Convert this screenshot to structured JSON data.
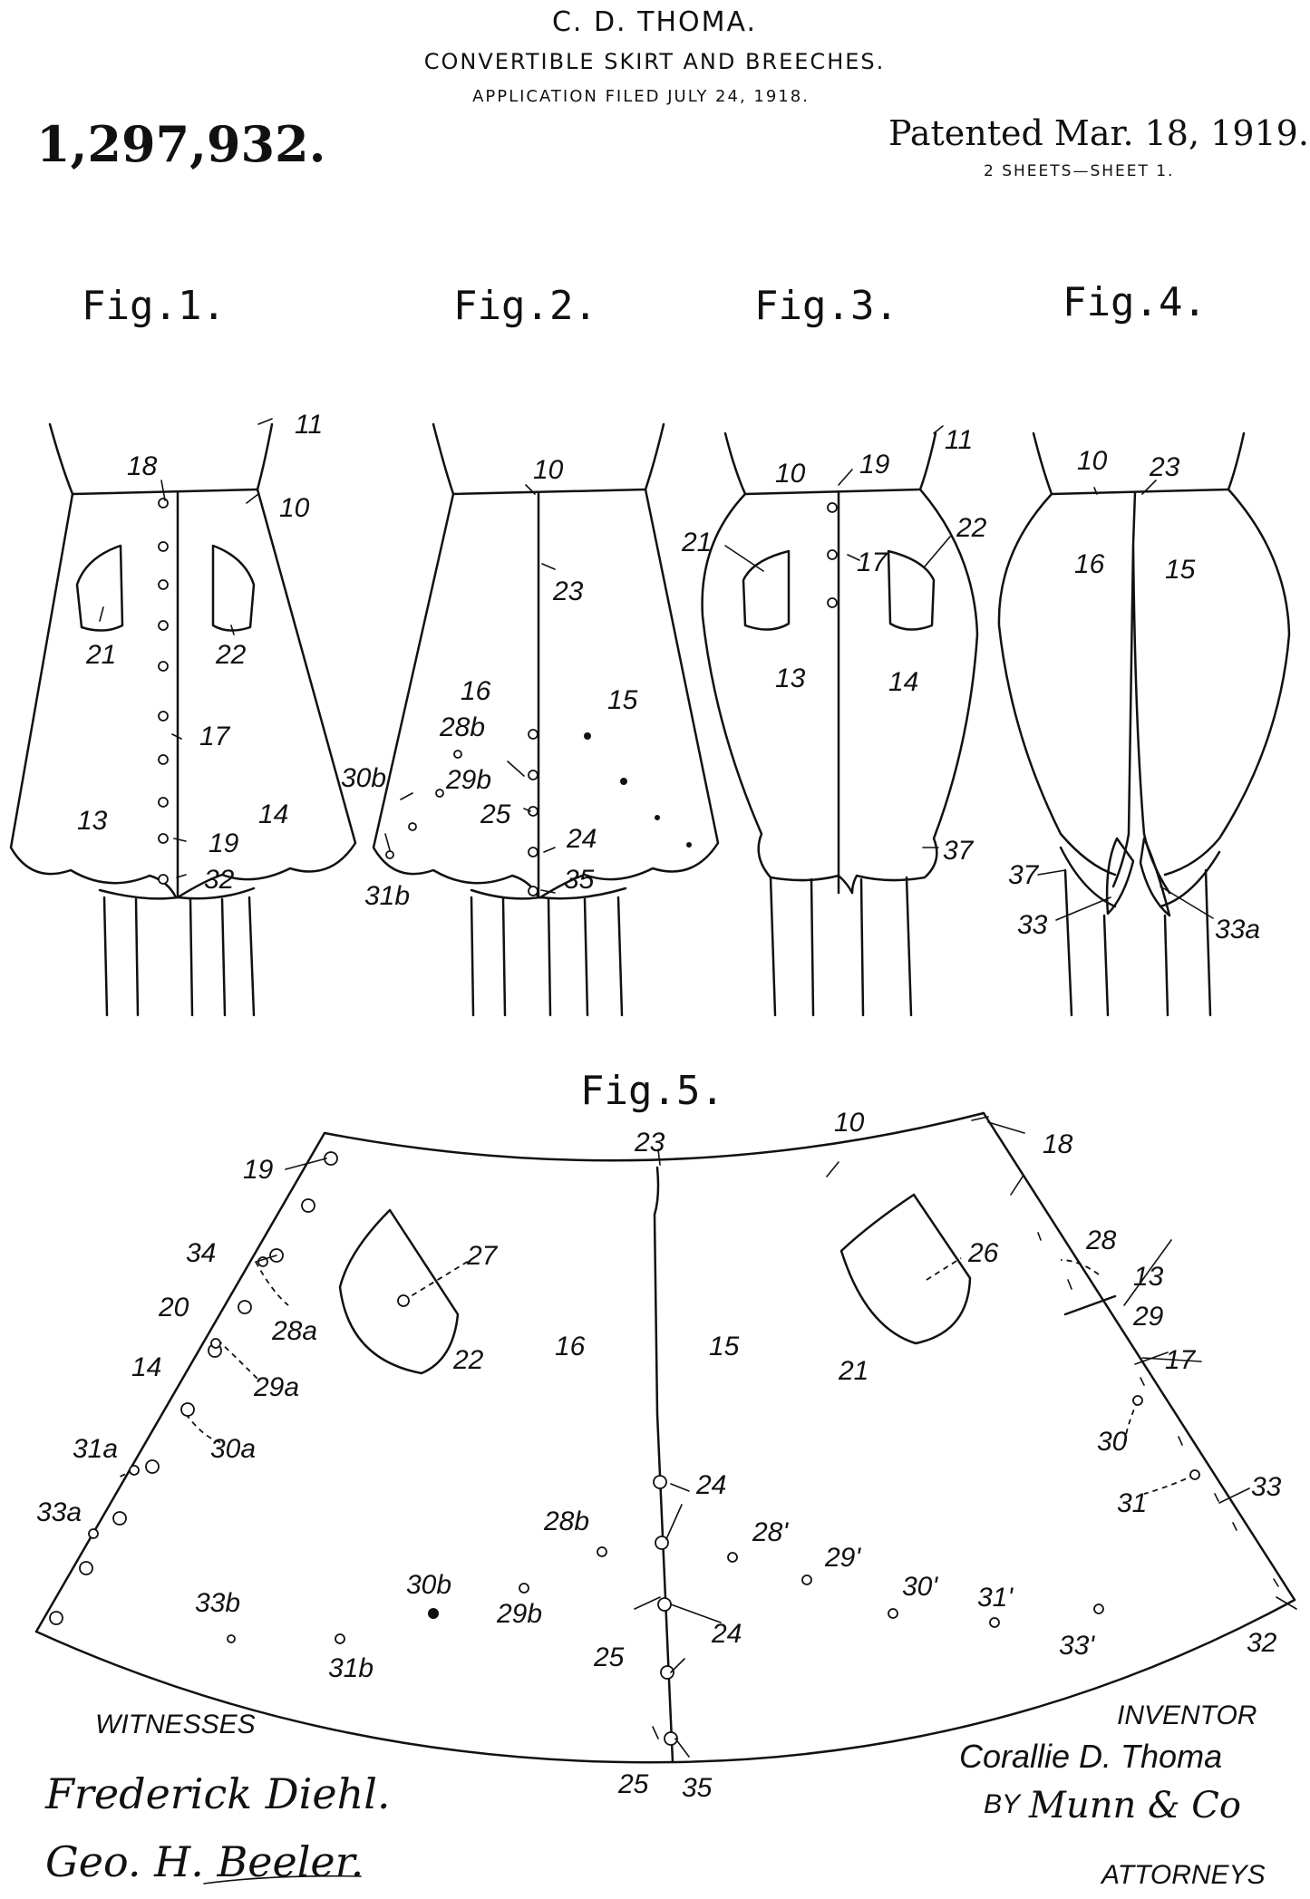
{
  "header": {
    "inventor_name": "C. D. THOMA.",
    "title": "CONVERTIBLE SKIRT AND BREECHES.",
    "application": "APPLICATION FILED JULY 24, 1918.",
    "patent_number": "1,297,932.",
    "patented": "Patented Mar. 18, 1919.",
    "sheets": "2 SHEETS—SHEET 1."
  },
  "figures": {
    "fig1": "Fig.1.",
    "fig2": "Fig.2.",
    "fig3": "Fig.3.",
    "fig4": "Fig.4.",
    "fig5": "Fig.5."
  },
  "fig1_labels": {
    "l11": "11",
    "l18": "18",
    "l10": "10",
    "l21": "21",
    "l22": "22",
    "l17": "17",
    "l13": "13",
    "l14": "14",
    "l19": "19",
    "l32": "32"
  },
  "fig2_labels": {
    "l10": "10",
    "l23": "23",
    "l16": "16",
    "l15": "15",
    "l28b": "28b",
    "l29b": "29b",
    "l30b": "30b",
    "l25": "25",
    "l24": "24",
    "l31b": "31b",
    "l35": "35"
  },
  "fig3_labels": {
    "l11": "11",
    "l10": "10",
    "l19": "19",
    "l21": "21",
    "l17": "17",
    "l22": "22",
    "l13": "13",
    "l14": "14",
    "l37": "37"
  },
  "fig4_labels": {
    "l10": "10",
    "l23": "23",
    "l16": "16",
    "l15": "15",
    "l37": "37",
    "l33": "33",
    "l33a": "33a"
  },
  "fig5_labels": {
    "l10": "10",
    "l23": "23",
    "l18": "18",
    "l19": "19",
    "l27": "27",
    "l26": "26",
    "l34": "34",
    "l28": "28",
    "l13": "13",
    "l20": "20",
    "l28a": "28a",
    "l29": "29",
    "l14": "14",
    "l22": "22",
    "l16": "16",
    "l15": "15",
    "l21": "21",
    "l17": "17",
    "l29a": "29a",
    "l30": "30",
    "l30a": "30a",
    "l31a": "31a",
    "l24a": "24",
    "l31": "31",
    "l33": "33",
    "l33a": "33a",
    "l28b": "28b",
    "l28p": "28'",
    "l29p": "29'",
    "l30b": "30b",
    "l29b": "29b",
    "l30p": "30'",
    "l31p": "31'",
    "l33b": "33b",
    "l24b": "24",
    "l32": "32",
    "l25a": "25",
    "l31b": "31b",
    "l33p": "33'",
    "l25b": "25",
    "l35": "35"
  },
  "footer": {
    "witnesses": "WITNESSES",
    "witness1": "Frederick Diehl.",
    "witness2": "Geo. H. Beeler.",
    "inventor_label": "INVENTOR",
    "inventor_signature": "Corallie D. Thoma",
    "by": "BY",
    "attorney_signature": "Munn & Co",
    "attorneys": "ATTORNEYS"
  }
}
